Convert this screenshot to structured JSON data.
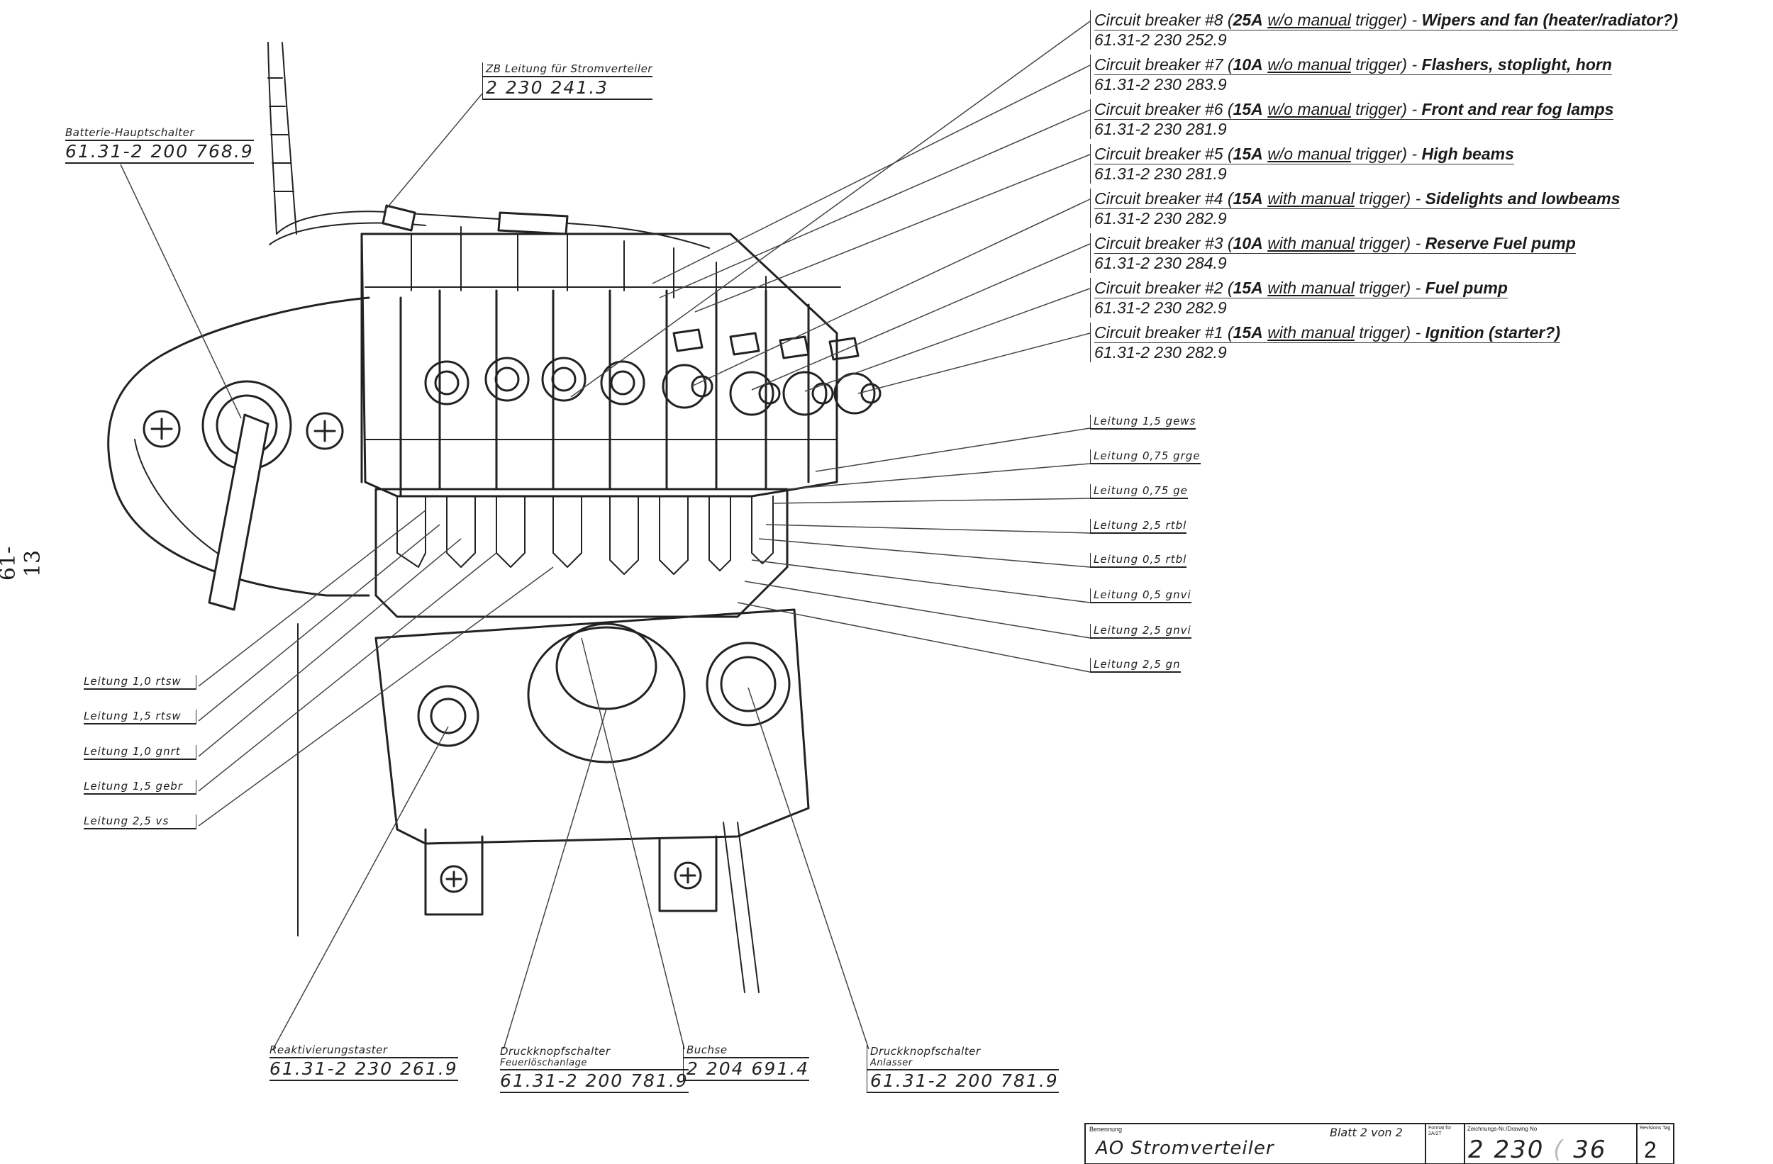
{
  "page_number": "61-13",
  "circuit_breakers": [
    {
      "name": "Circuit breaker #8",
      "amp": "25A",
      "trigger": "w/o manual",
      "trigger_suffix": "trigger",
      "function": "Wipers and fan (heater/radiator?)",
      "part": "61.31-2 230 252.9"
    },
    {
      "name": "Circuit breaker #7",
      "amp": "10A",
      "trigger": "w/o manual",
      "trigger_suffix": "trigger",
      "function": "Flashers, stoplight, horn",
      "part": "61.31-2 230 283.9"
    },
    {
      "name": "Circuit breaker #6",
      "amp": "15A",
      "trigger": "w/o manual",
      "trigger_suffix": "trigger",
      "function": "Front and rear fog lamps",
      "part": "61.31-2 230 281.9"
    },
    {
      "name": "Circuit breaker #5",
      "amp": "15A",
      "trigger": "w/o manual",
      "trigger_suffix": "trigger",
      "function": "High beams",
      "part": "61.31-2 230 281.9"
    },
    {
      "name": "Circuit breaker #4",
      "amp": "15A",
      "trigger": "with manual",
      "trigger_suffix": "trigger",
      "function": "Sidelights and lowbeams",
      "part": "61.31-2 230 282.9"
    },
    {
      "name": "Circuit breaker #3",
      "amp": "10A",
      "trigger": "with manual",
      "trigger_suffix": "trigger",
      "function": "Reserve Fuel pump",
      "part": "61.31-2 230 284.9"
    },
    {
      "name": "Circuit breaker #2",
      "amp": "15A",
      "trigger": "with manual",
      "trigger_suffix": "trigger",
      "function": "Fuel pump",
      "part": "61.31-2 230 282.9"
    },
    {
      "name": "Circuit breaker #1",
      "amp": "15A",
      "trigger": "with manual",
      "trigger_suffix": "trigger",
      "function": "Ignition (starter?)",
      "part": "61.31-2 230 282.9"
    }
  ],
  "labels": {
    "battery_switch": {
      "title": "Batterie-Hauptschalter",
      "part": "61.31-2 200 768.9"
    },
    "zb_leitung": {
      "title": "ZB Leitung für Stromverteiler",
      "part": "2 230 241.3"
    },
    "reactivation": {
      "title": "Reaktivierungstaster",
      "part": "61.31-2 230 261.9"
    },
    "push_fire": {
      "title": "Druckknopfschalter",
      "subtitle": "Feuerlöschanlage",
      "part": "61.31-2 200 781.9"
    },
    "socket": {
      "title": "Buchse",
      "part": "2 204 691.4"
    },
    "push_starter": {
      "title": "Druckknopfschalter",
      "subtitle": "Anlasser",
      "part": "61.31-2 200 781.9"
    }
  },
  "wires_right": [
    "Leitung 1,5 gews",
    "Leitung 0,75 grge",
    "Leitung 0,75 ge",
    "Leitung 2,5 rtbl",
    "Leitung 0,5 rtbl",
    "Leitung 0,5 gnvi",
    "Leitung 2,5 gnvi",
    "Leitung 2,5 gn"
  ],
  "wires_left": [
    "Leitung 1,0 rtsw",
    "Leitung 1,5 rtsw",
    "Leitung 1,0 gnrt",
    "Leitung 1,5 gebr",
    "Leitung 2,5 vs"
  ],
  "title_block": {
    "label_benennung": "Benennung",
    "name": "AO Stromverteiler",
    "sheet": "Blatt 2 von 2",
    "label_format": "Format für 2A/2T",
    "label_drawing": "Zeichnungs-Nr./Drawing No",
    "drawing_no": "2 230",
    "drawing_no_tail": "36",
    "label_rev": "Revisions Tag",
    "rev": "2"
  }
}
